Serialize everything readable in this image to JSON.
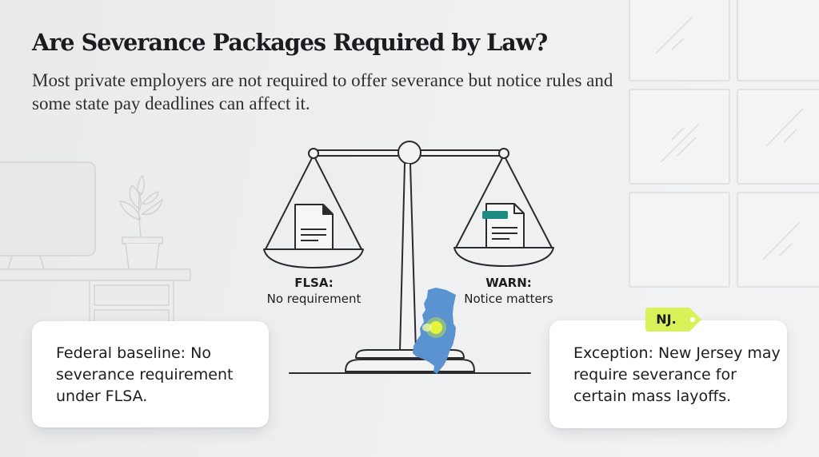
{
  "header": {
    "title": "Are Severance Packages Required by Law?",
    "subtitle": "Most private employers are not required to offer severance but notice rules and some state pay deadlines can affect it."
  },
  "scale": {
    "left_pan": {
      "icon": "document-icon",
      "heading": "FLSA:",
      "caption": "No requirement"
    },
    "right_pan": {
      "icon": "document-with-teal-tab-icon",
      "heading": "WARN:",
      "caption": "Notice matters"
    },
    "base_overlay": {
      "icon": "new-jersey-map-icon",
      "highlight": "location-marker-icon"
    }
  },
  "cards": {
    "left": {
      "text": "Federal baseline: No severance requirement under FLSA."
    },
    "right": {
      "tag": "NJ.",
      "text": "Exception: New Jersey may require severance for certain mass layoffs."
    }
  },
  "colors": {
    "background": "#eceded",
    "title": "#1b1c20",
    "line_art": "#2b2b2e",
    "teal_tab": "#1f8a84",
    "nj_map": "#5a93cf",
    "highlight": "#e6f53a",
    "tag": "#d9f25a",
    "card": "#ffffff"
  }
}
